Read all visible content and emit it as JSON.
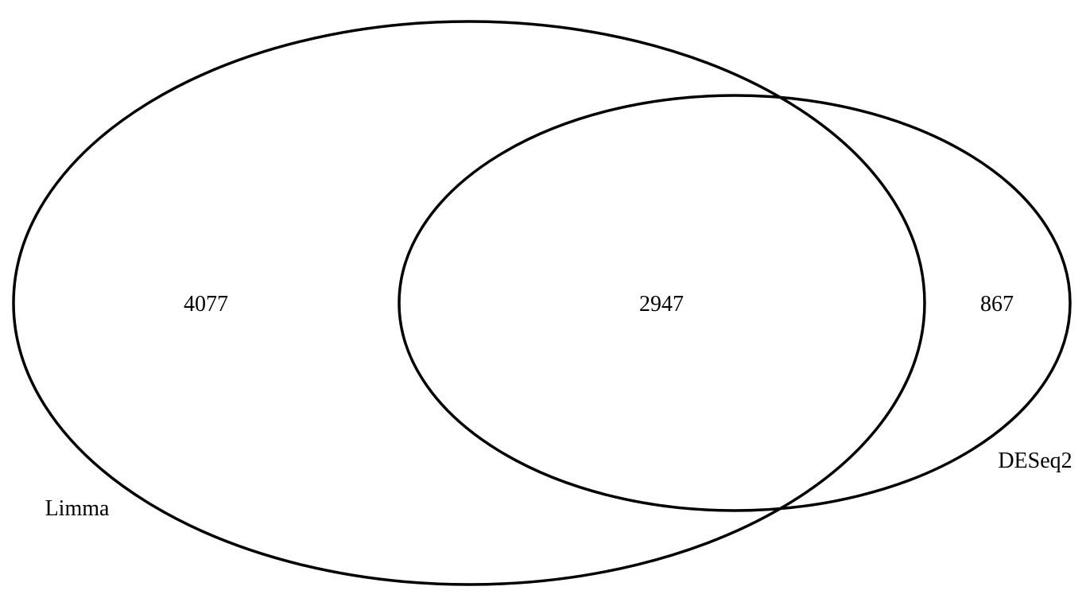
{
  "sets": [
    {
      "label": "Limma"
    },
    {
      "label": "DESeq2"
    }
  ],
  "regions": {
    "limma_only": "4077",
    "intersection": "2947",
    "deseq2_only": "867"
  },
  "colors": {
    "stroke": "#000000",
    "fill": "#ffffff",
    "text": "#000000"
  }
}
